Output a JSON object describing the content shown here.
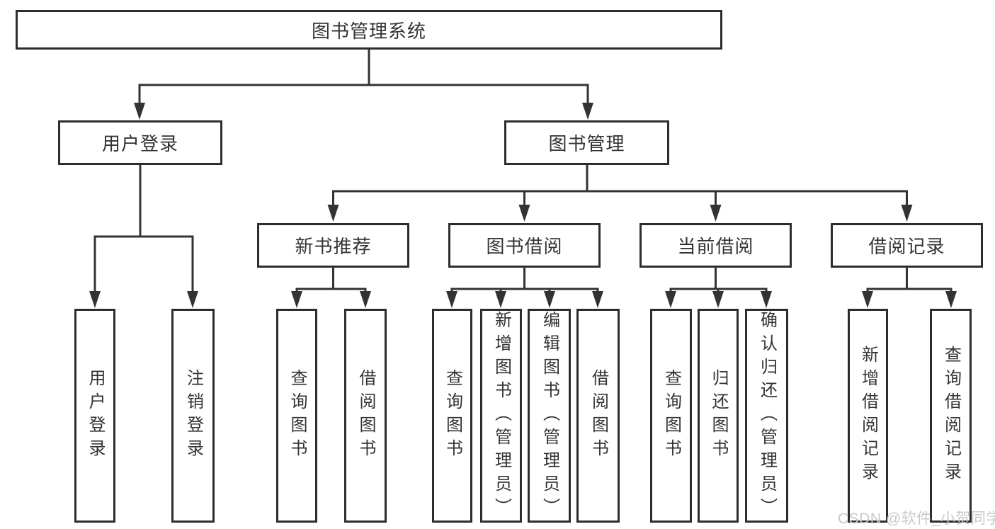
{
  "diagram": {
    "root": {
      "label": "图书管理系统"
    },
    "branches": [
      {
        "label": "用户登录",
        "children": [
          {
            "label": "用户登录"
          },
          {
            "label": "注销登录"
          }
        ]
      },
      {
        "label": "图书管理",
        "children": [
          {
            "label": "新书推荐",
            "children": [
              {
                "label": "查询图书"
              },
              {
                "label": "借阅图书"
              }
            ]
          },
          {
            "label": "图书借阅",
            "children": [
              {
                "label": "查询图书"
              },
              {
                "label": "新增图书（管理员）"
              },
              {
                "label": "编辑图书（管理员）"
              },
              {
                "label": "借阅图书"
              }
            ]
          },
          {
            "label": "当前借阅",
            "children": [
              {
                "label": "查询图书"
              },
              {
                "label": "归还图书"
              },
              {
                "label": "确认归还（管理员）"
              }
            ]
          },
          {
            "label": "借阅记录",
            "children": [
              {
                "label": "新增借阅记录"
              },
              {
                "label": "查询借阅记录"
              }
            ]
          }
        ]
      }
    ]
  },
  "watermark": {
    "text": "CSDN @软件_小贺同学"
  },
  "colors": {
    "line": "#333333",
    "box_border": "#2d2d2d",
    "text": "#333333",
    "watermark": "#c9c9c9",
    "background": "#ffffff"
  }
}
